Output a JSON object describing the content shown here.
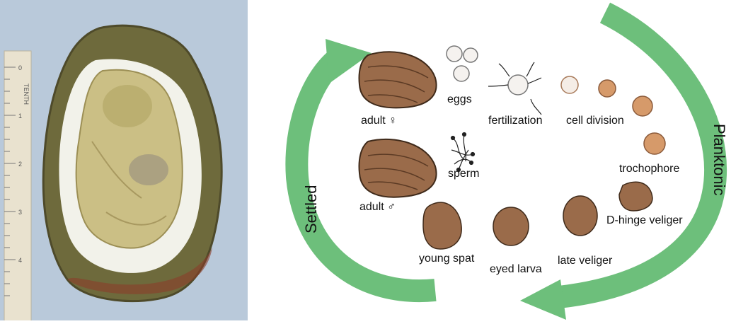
{
  "photo": {
    "ruler_marks": [
      "0",
      "1",
      "2",
      "3",
      "4"
    ],
    "ruler_caption": "TENTH"
  },
  "arrows": {
    "settled": "Settled",
    "planktonic": "Planktonic"
  },
  "stages": {
    "adult_female": "adult ♀",
    "adult_male": "adult ♂",
    "eggs": "eggs",
    "sperm": "sperm",
    "fertilization": "fertilization",
    "cell_division": "cell division",
    "trochophore": "trochophore",
    "d_hinge_veliger": "D-hinge veliger",
    "late_veliger": "late veliger",
    "eyed_larva": "eyed larva",
    "young_spat": "young spat"
  },
  "colors": {
    "photo_background": "#b9c9da",
    "cycle_arrow": "#6dbf7b",
    "shell_brown": "#9a6b4a",
    "shell_dark": "#5b3a24",
    "larva_orange": "#d69a6a"
  }
}
